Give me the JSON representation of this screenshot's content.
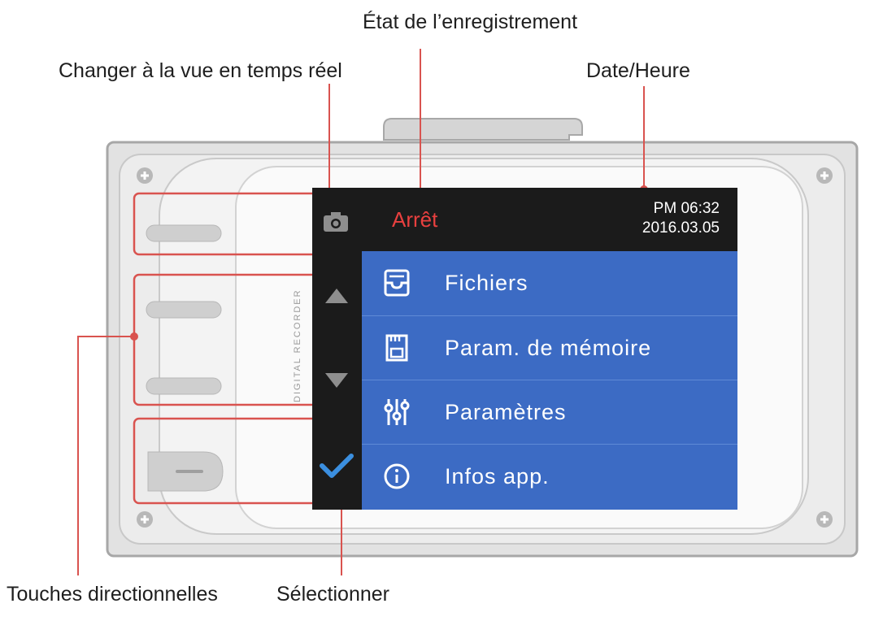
{
  "callouts": {
    "recording_state": "État de l’enregistrement",
    "live_view": "Changer à la vue en temps réel",
    "datetime": "Date/Heure",
    "direction_keys": "Touches directionnelles",
    "select": "Sélectionner"
  },
  "device": {
    "side_label": "DIGITAL RECORDER"
  },
  "screen": {
    "status": "Arrêt",
    "time": "PM 06:32",
    "date": "2016.03.05",
    "menu": [
      {
        "icon": "inbox-tray-icon",
        "label": "Fichiers"
      },
      {
        "icon": "sd-card-icon",
        "label": "Param. de mémoire"
      },
      {
        "icon": "sliders-icon",
        "label": "Paramètres"
      },
      {
        "icon": "info-circle-icon",
        "label": "Infos app."
      }
    ]
  },
  "colors": {
    "menu_bg": "#3c6bc4",
    "status_bar_bg": "#1b1b1b",
    "status_text": "#e8403f",
    "callout_line": "#d9534f",
    "check_icon": "#3b8fe0"
  }
}
